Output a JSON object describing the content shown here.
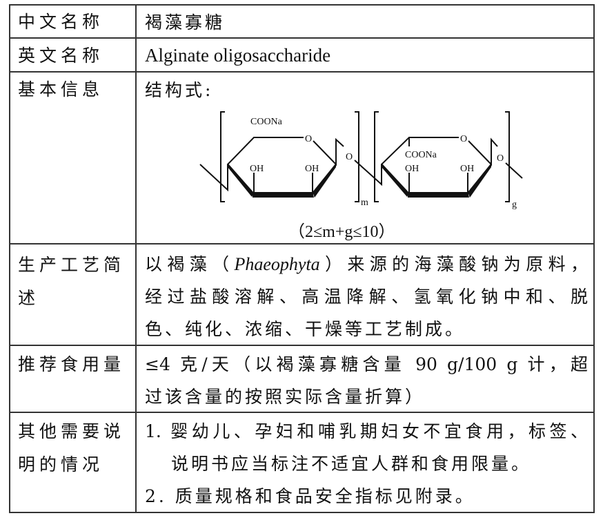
{
  "rows": [
    {
      "label": "中文名称",
      "value": "褐藻寡糖"
    },
    {
      "label": "英文名称",
      "value": "Alginate oligosaccharide"
    },
    {
      "label": "基本信息",
      "value": "结构式:",
      "structure": {
        "group1": "COONa",
        "group2": "COONa",
        "hydroxyl": "OH",
        "oxygen": "O",
        "sub_m": "m",
        "sub_g": "g",
        "condition": "（2≤m+g≤10）"
      }
    },
    {
      "label_lines": [
        "生产工艺简",
        "述"
      ],
      "value_lines": [
        "以褐藻（",
        "Phaeophyta",
        "）来源的海藻酸钠为原料，",
        "经过盐酸溶解、高温降解、氢氧化钠中和、脱",
        "色、纯化、浓缩、干燥等工艺制成。"
      ]
    },
    {
      "label": "推荐食用量",
      "value_lines": [
        "≤4 克/天（以褐藻寡糖含量 90 g/100 g 计，超",
        "过该含量的按照实际含量折算）"
      ]
    },
    {
      "label_lines": [
        "其他需要说",
        "明的情况"
      ],
      "value_lines": [
        "1. 婴幼儿、孕妇和哺乳期妇女不宜食用，标签、",
        "说明书应当标注不适宜人群和食用限量。",
        "2. 质量规格和食品安全指标见附录。"
      ]
    }
  ]
}
